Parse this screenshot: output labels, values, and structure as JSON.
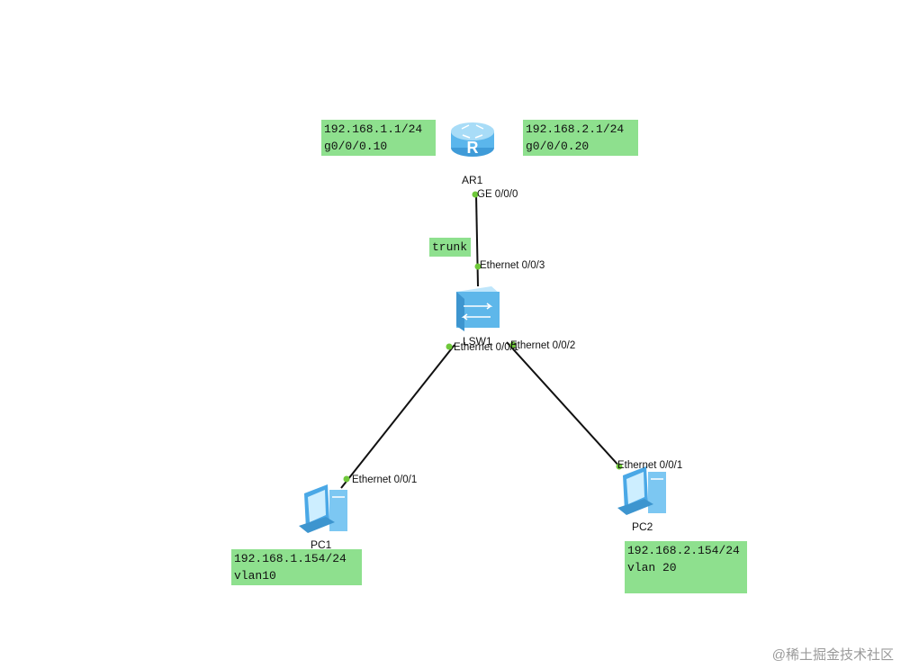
{
  "devices": {
    "router": {
      "name": "AR1"
    },
    "switch": {
      "name": "LSW1"
    },
    "pc1": {
      "name": "PC1"
    },
    "pc2": {
      "name": "PC2"
    }
  },
  "ports": {
    "ar1_ge": "GE 0/0/0",
    "lsw1_e3": "Ethernet 0/0/3",
    "lsw1_e1": "Ethernet 0/0/1",
    "lsw1_e2": "Ethernet 0/0/2",
    "pc1_e1": "Ethernet 0/0/1",
    "pc2_e1": "Ethernet 0/0/1"
  },
  "notes": {
    "ar1_left": {
      "line1": "192.168.1.1/24",
      "line2": "g0/0/0.10"
    },
    "ar1_right": {
      "line1": "192.168.2.1/24",
      "line2": "g0/0/0.20"
    },
    "trunk": "trunk",
    "pc1": {
      "line1": "192.168.1.154/24",
      "line2": "vlan10"
    },
    "pc2": {
      "line1": "192.168.2.154/24",
      "line2": "vlan 20"
    }
  },
  "colors": {
    "note_bg": "#8ee08e",
    "port_dot": "#6fc83a",
    "link": "#111111",
    "device_blue": "#4aa8e6"
  },
  "watermark": "@稀土掘金技术社区"
}
